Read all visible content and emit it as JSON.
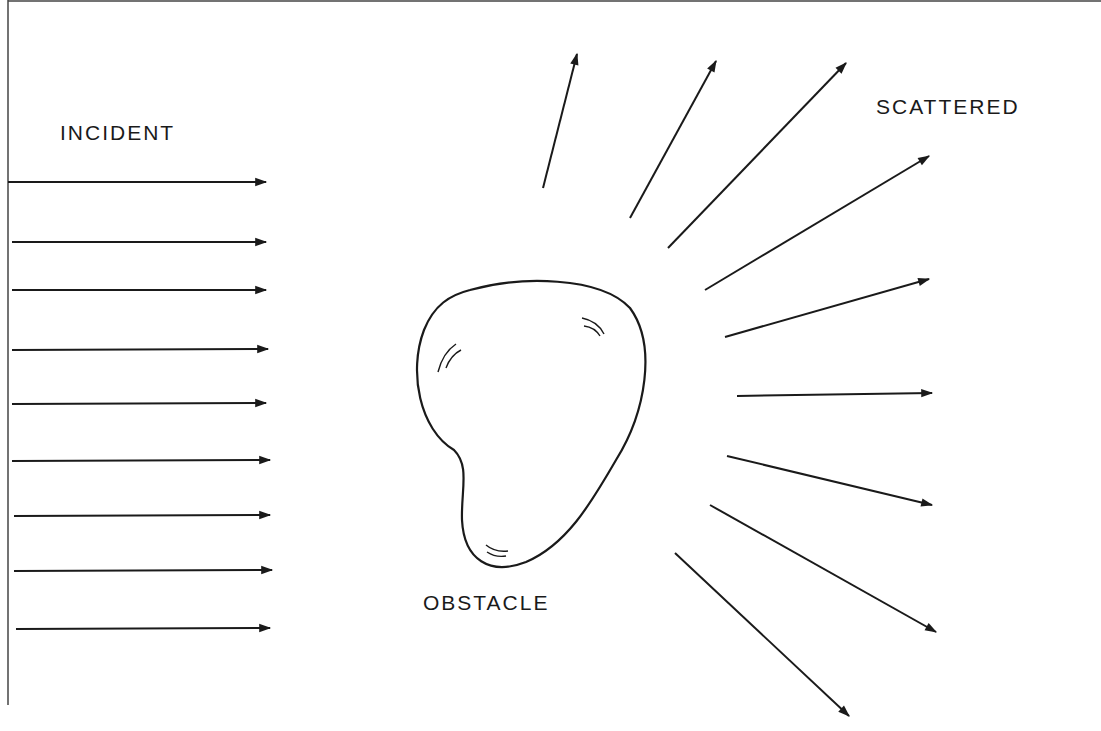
{
  "diagram": {
    "labels": [
      "INCIDENT",
      "SCATTERED",
      "OBSTACLE"
    ]
  }
}
